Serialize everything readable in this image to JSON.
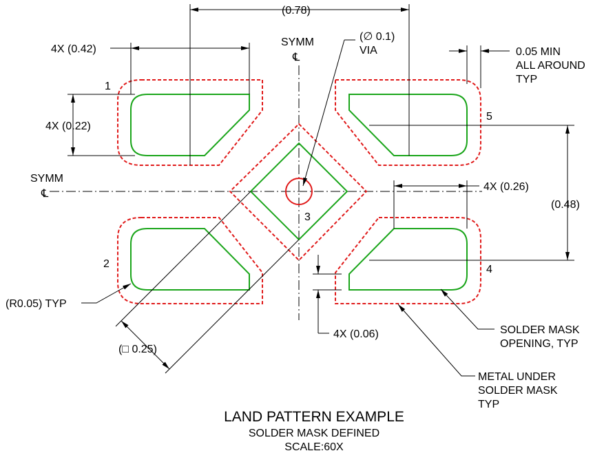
{
  "labels": {
    "dim_078": "(0.78)",
    "dim_042": "4X (0.42)",
    "dim_022": "4X (0.22)",
    "symm_top": "SYMM",
    "symm_left": "SYMM",
    "centerline_symbol": "℄",
    "via_dim": "(∅ 0.1)",
    "via": "VIA",
    "min_line1": "0.05 MIN",
    "min_line2": "ALL AROUND",
    "min_line3": "TYP",
    "pin1": "1",
    "pin2": "2",
    "pin3": "3",
    "pin4": "4",
    "pin5": "5",
    "dim_026": "4X (0.26)",
    "dim_048": "(0.48)",
    "radius": "(R0.05) TYP",
    "square": "(□ 0.25)",
    "dim_006": "4X (0.06)",
    "sm_open_1": "SOLDER MASK",
    "sm_open_2": "OPENING, TYP",
    "metal_1": "METAL UNDER",
    "metal_2": "SOLDER MASK",
    "metal_3": "TYP"
  },
  "caption": {
    "title": "LAND PATTERN EXAMPLE",
    "subtitle": "SOLDER MASK DEFINED",
    "scale": "SCALE:60X"
  },
  "colors": {
    "pad": "#1aa51a",
    "mask": "#e01919",
    "via": "#e01919",
    "lines": "#000000"
  }
}
